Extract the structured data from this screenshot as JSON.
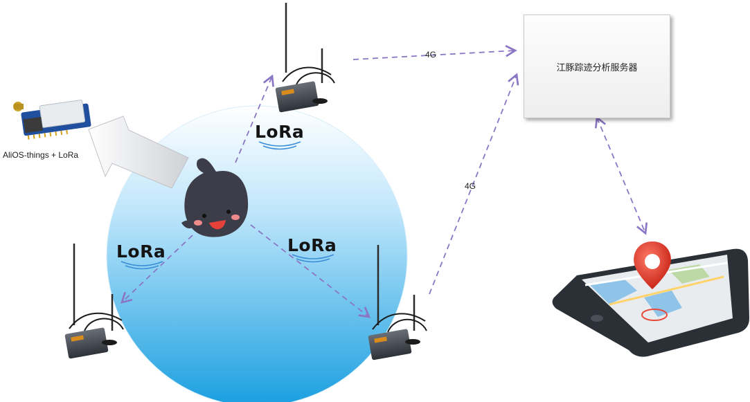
{
  "module": {
    "caption": "AliOS-things + LoRa"
  },
  "server": {
    "label": "江豚踪迹分析服务器"
  },
  "links": {
    "top_4g": "4G",
    "mid_4g": "4G"
  },
  "lora": {
    "top": "LoRa",
    "left": "LoRa",
    "right": "LoRa"
  },
  "colors": {
    "dashed_link": "#8a76c4",
    "coverage_top": "#ffffff",
    "coverage_bottom": "#1a9fe0",
    "pin": "#e0392a"
  },
  "icons": [
    "lora-module-icon",
    "gateway-router-icon",
    "porpoise-mascot-icon",
    "tablet-map-icon",
    "location-pin-icon",
    "lora-signal-icon",
    "dashed-arrow-icon"
  ]
}
